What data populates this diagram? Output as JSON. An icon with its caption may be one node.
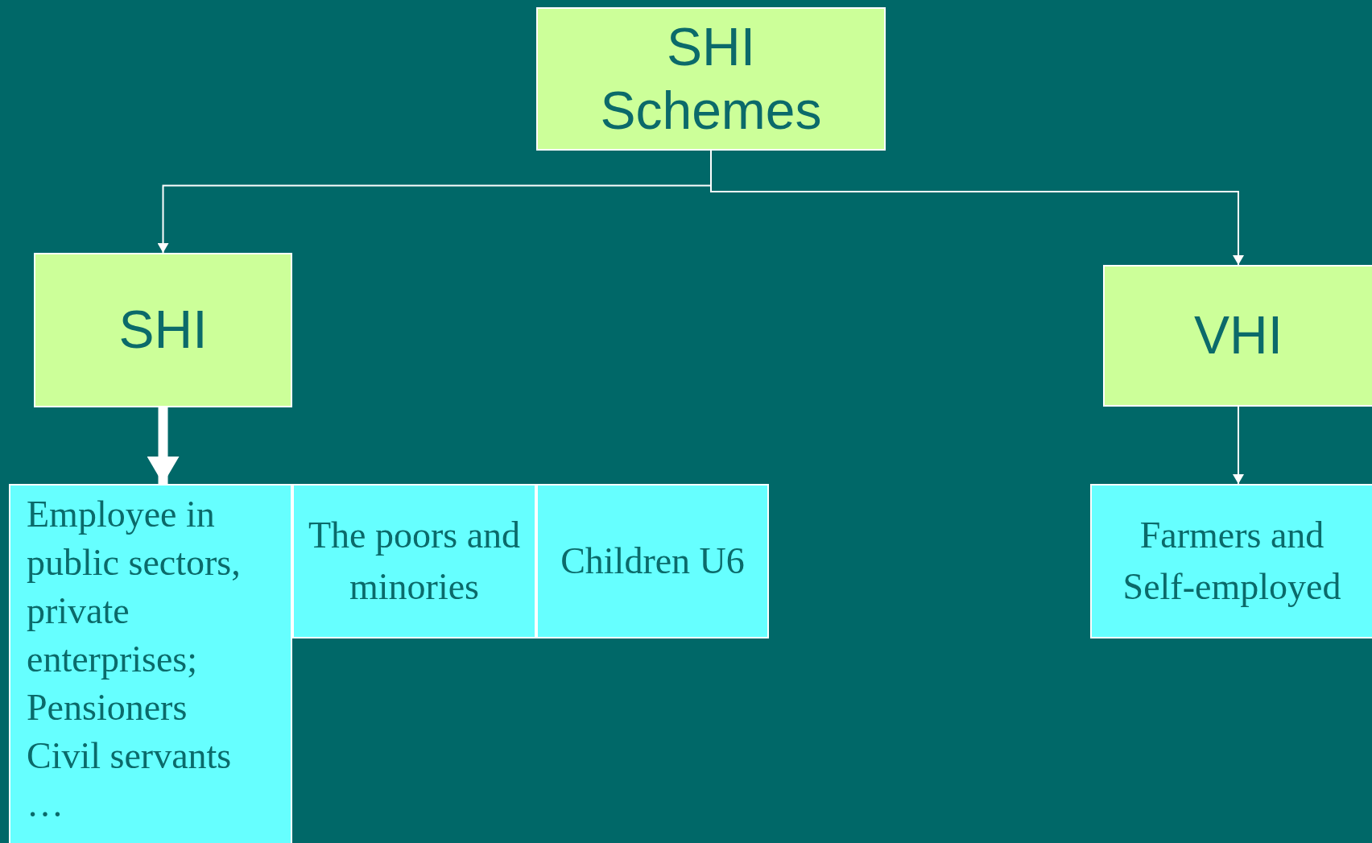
{
  "diagram": {
    "nodes": [
      {
        "text": [
          "SHI Schemes"
        ]
      },
      {
        "text": [
          "SHI"
        ]
      },
      {
        "text": [
          "VHI"
        ]
      },
      {
        "text": [
          "Employee in public sectors, private enterprises;",
          "Pensioners",
          "Civil servants",
          "…"
        ]
      },
      {
        "text": [
          "The poors and minories"
        ]
      },
      {
        "text": [
          "Children U6"
        ]
      },
      {
        "text": [
          "Farmers and Self-employed"
        ]
      }
    ],
    "edges": [
      {
        "from": 0,
        "to": 1,
        "arrow": "to"
      },
      {
        "from": 0,
        "to": 2,
        "arrow": "to"
      },
      {
        "from": 1,
        "to": 3,
        "arrow": "to",
        "style": "thick"
      },
      {
        "from": 2,
        "to": 6,
        "arrow": "to"
      }
    ]
  }
}
